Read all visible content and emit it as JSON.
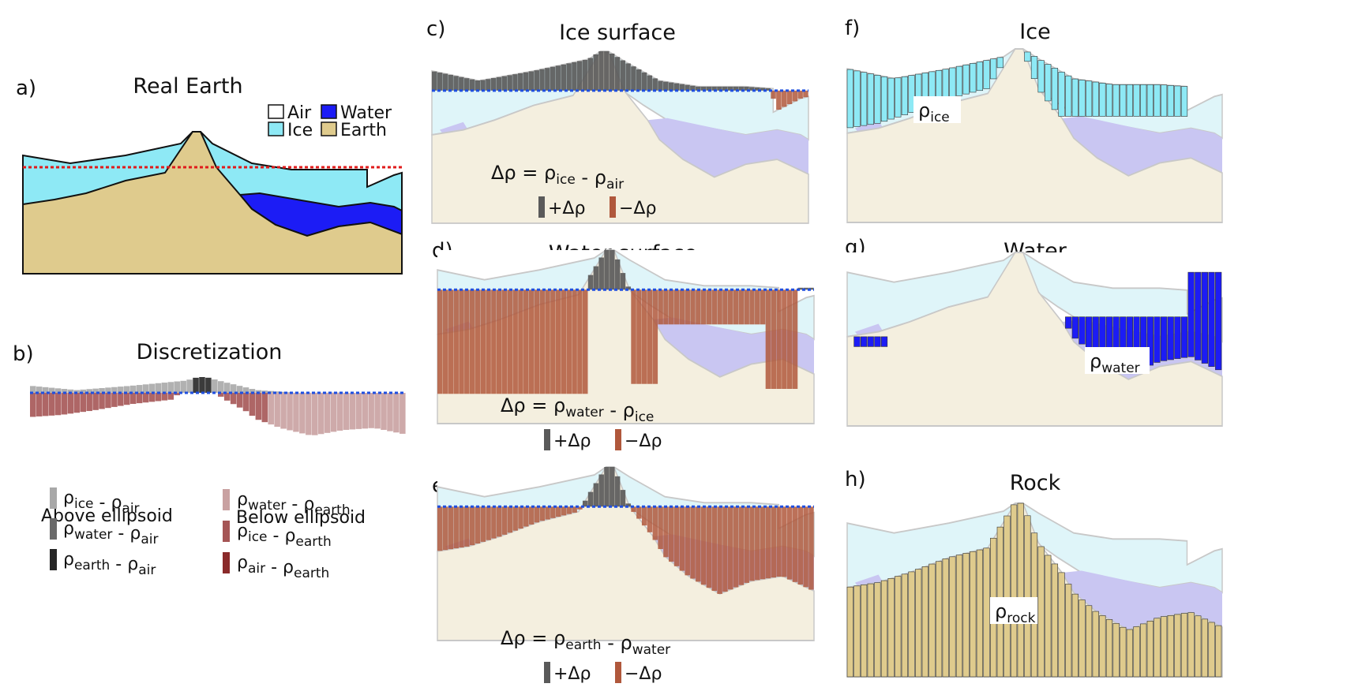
{
  "colors": {
    "air": "#ffffff",
    "ice": "#8ee9f5",
    "water": "#1c1cf5",
    "earth": "#dfcb8d",
    "paleIce": "#dff5f9",
    "paleWater": "#c9c6f2",
    "paleEarth": "#f4efdf",
    "ellipsoidRed": "#e01b1b",
    "ellipsoidBlue": "#1f4fe0",
    "pos": "#5a5a5a",
    "neg": "#b0583c"
  },
  "panel_a": {
    "tag": "a)",
    "title": "Real Earth",
    "legend": [
      {
        "label": "Air",
        "swatch": "air"
      },
      {
        "label": "Water",
        "swatch": "water"
      },
      {
        "label": "Ice",
        "swatch": "ice"
      },
      {
        "label": "Earth",
        "swatch": "earth"
      }
    ]
  },
  "panel_b": {
    "tag": "b)",
    "title": "Discretization",
    "above_heading": "Above ellipsoid",
    "below_heading": "Below ellipsoid",
    "above": [
      {
        "a": "ρ",
        "asub": "ice",
        "mid": " - ",
        "b": "ρ",
        "bsub": "air",
        "color": "#a8a8a8"
      },
      {
        "a": "ρ",
        "asub": "water",
        "mid": " - ",
        "b": "ρ",
        "bsub": "air",
        "color": "#6a6a6a"
      },
      {
        "a": "ρ",
        "asub": "earth",
        "mid": " - ",
        "b": "ρ",
        "bsub": "air",
        "color": "#262626"
      }
    ],
    "below": [
      {
        "a": "ρ",
        "asub": "water",
        "mid": " - ",
        "b": "ρ",
        "bsub": "earth",
        "color": "#c9a1a1"
      },
      {
        "a": "ρ",
        "asub": "ice",
        "mid": " - ",
        "b": "ρ",
        "bsub": "earth",
        "color": "#a55555"
      },
      {
        "a": "ρ",
        "asub": "air",
        "mid": " - ",
        "b": "ρ",
        "bsub": "earth",
        "color": "#8a2a2a"
      }
    ]
  },
  "panel_c": {
    "tag": "c)",
    "title": "Ice surface",
    "eq": {
      "lhs": "Δρ = ",
      "a": "ρ",
      "asub": "ice",
      "mid": " - ",
      "b": "ρ",
      "bsub": "air"
    },
    "pos_label": "+Δρ",
    "neg_label": "−Δρ"
  },
  "panel_d": {
    "tag": "d)",
    "title": "Water surface",
    "eq": {
      "lhs": "Δρ = ",
      "a": "ρ",
      "asub": "water",
      "mid": " - ",
      "b": "ρ",
      "bsub": "ice"
    },
    "pos_label": "+Δρ",
    "neg_label": "−Δρ"
  },
  "panel_e": {
    "tag": "e)",
    "title": "Rock surface",
    "eq": {
      "lhs": "Δρ = ",
      "a": "ρ",
      "asub": "earth",
      "mid": " - ",
      "b": "ρ",
      "bsub": "water"
    },
    "pos_label": "+Δρ",
    "neg_label": "−Δρ"
  },
  "panel_f": {
    "tag": "f)",
    "title": "Ice",
    "label": {
      "a": "ρ",
      "asub": "ice"
    }
  },
  "panel_g": {
    "tag": "g)",
    "title": "Water",
    "label": {
      "a": "ρ",
      "asub": "water"
    }
  },
  "panel_h": {
    "tag": "h)",
    "title": "Rock",
    "label": {
      "a": "ρ",
      "asub": "rock"
    }
  }
}
